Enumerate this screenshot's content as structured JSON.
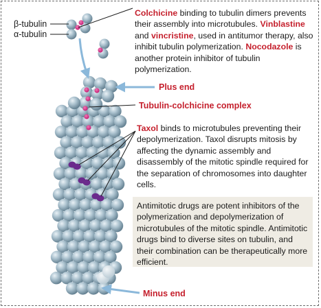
{
  "labels": {
    "beta_tubulin": "β-tubulin",
    "alpha_tubulin": "α-tubulin",
    "plus_end": "Plus end",
    "complex": "Tubulin-colchicine complex",
    "minus_end": "Minus end"
  },
  "top_text": {
    "colchicine": "Colchicine",
    "colchicine_rest": " binding to tubulin dimers prevents their assembly into microtubules. ",
    "vinblastine": "Vinblastine",
    "and": " and ",
    "vincristine": "vincristine",
    "vin_rest": ", used in antitumor therapy, also inhibit tubulin polymerization. ",
    "nocodazole": "Nocodazole",
    "noco_rest": " is another protein inhibitor of tubulin polymerization."
  },
  "taxol_text": {
    "taxol": "Taxol",
    "rest": " binds to microtubules preventing their depolymerization. Taxol disrupts mitosis by affecting the dynamic assembly and disassembly of the mitotic spindle required for the separation of chromosomes into daughter cells."
  },
  "note": "Antimitotic drugs are potent inhibitors of the polymerization and depolymerization of microtubules of the mitotic spindle. Antimitotic drugs bind to diverse sites on tubulin, and their combination can be therapeutically more efficient.",
  "colors": {
    "red": "#c5202d",
    "magenta": "#d4237e",
    "purple": "#6b2a8c",
    "arrow_blue": "#8bb8da",
    "note_bg": "#efece4"
  }
}
